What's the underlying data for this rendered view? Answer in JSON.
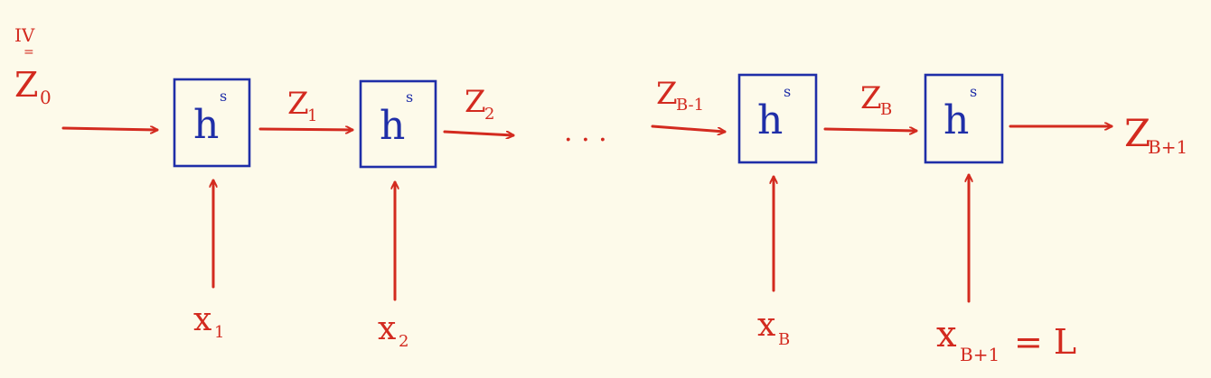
{
  "diagram": {
    "initial": {
      "top": "IV",
      "equals": "=",
      "z": "Z",
      "sub": "0"
    },
    "cell_symbol": {
      "base": "h",
      "sup": "s"
    },
    "hidden_states": [
      {
        "z": "Z",
        "sub": "1"
      },
      {
        "z": "Z",
        "sub": "2"
      },
      {
        "z": "Z",
        "sub": "B-1"
      },
      {
        "z": "Z",
        "sub": "B"
      },
      {
        "z": "Z",
        "sub": "B+1"
      }
    ],
    "inputs": [
      {
        "x": "x",
        "sub": "1"
      },
      {
        "x": "x",
        "sub": "2"
      },
      {
        "x": "x",
        "sub": "B"
      },
      {
        "x": "x",
        "sub": "B+1",
        "suffix": "= L"
      }
    ],
    "ellipsis": ". . ."
  },
  "colors": {
    "ink_red": "#d32a1f",
    "ink_blue": "#1f2ea8",
    "background": "#fdfaea"
  }
}
